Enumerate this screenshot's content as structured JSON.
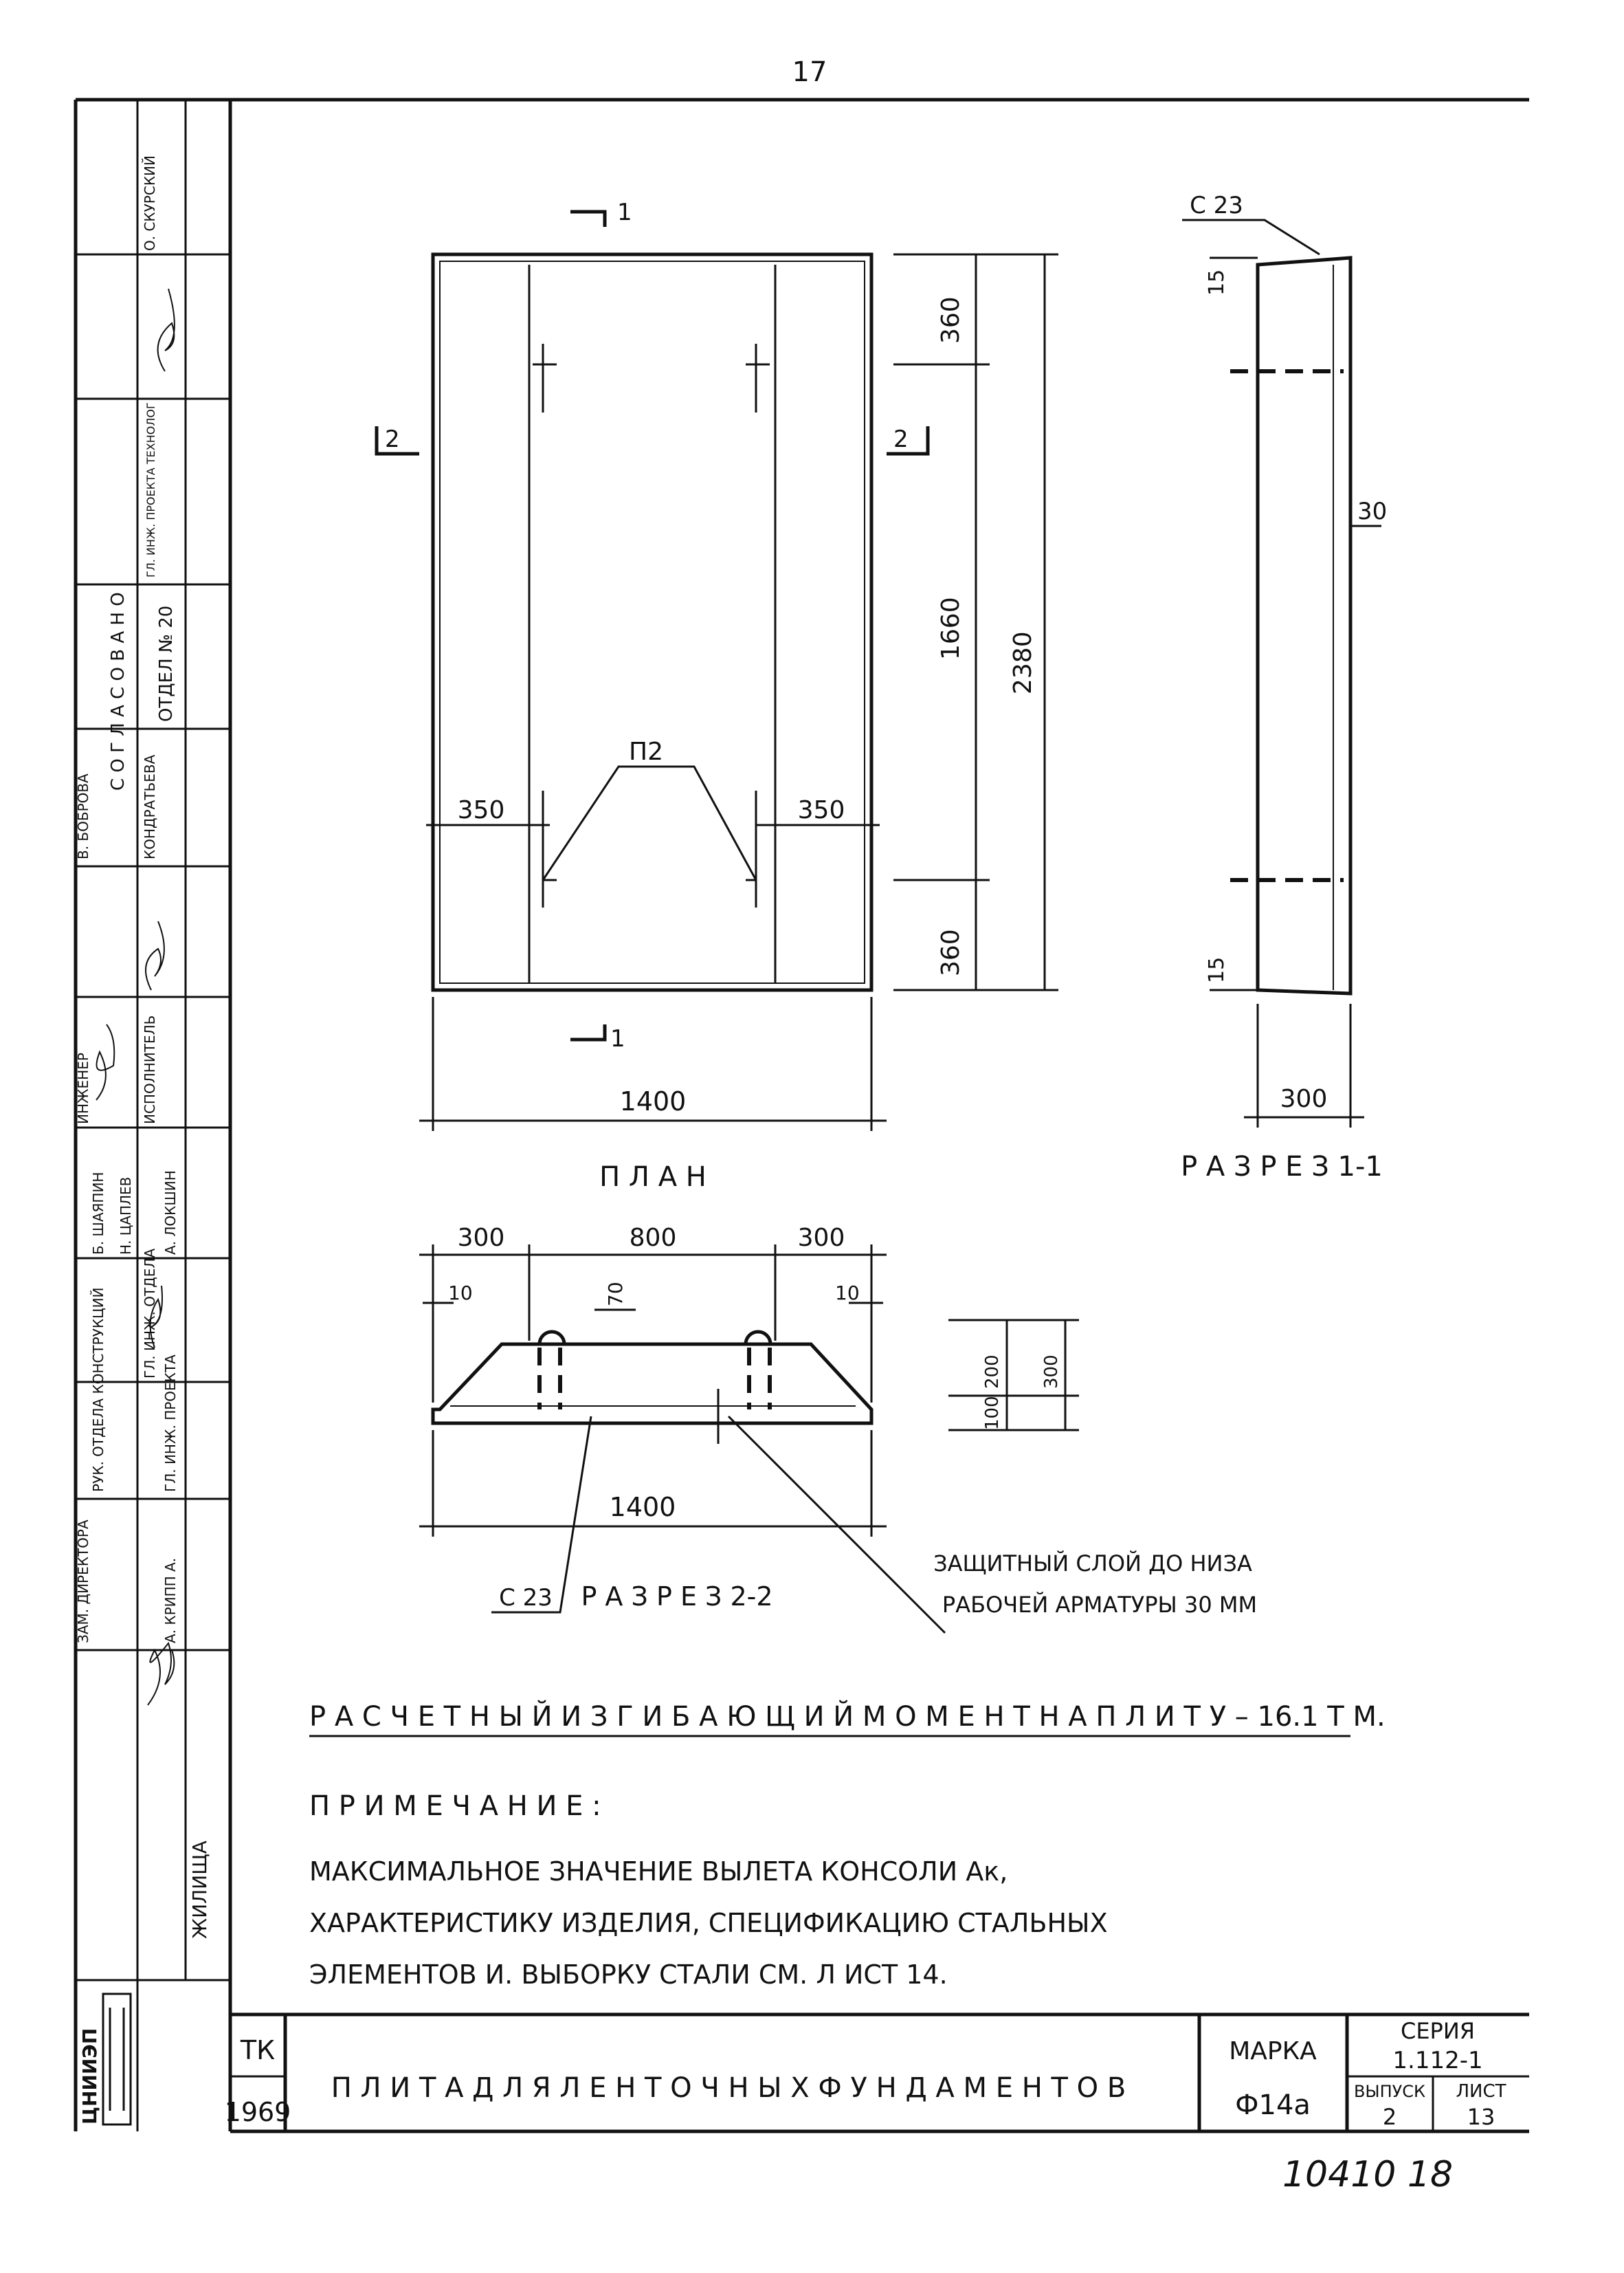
{
  "page_number": "17",
  "plan": {
    "title": "П Л А Н",
    "width": "1400",
    "overall_height": "2380",
    "top_segment": "360",
    "middle_segment": "1660",
    "bottom_segment": "360",
    "left_offset": "350",
    "right_offset": "350",
    "part_label": "П2",
    "cut1": "1",
    "cut2": "2"
  },
  "section11": {
    "title": "Р А З Р Е З   1-1",
    "rebar": "С 23",
    "top_dim": "15",
    "bottom_dim": "15",
    "side_dim": "30",
    "width": "300"
  },
  "section22": {
    "title": "Р А З Р Е З  2-2",
    "rebar": "С 23",
    "top_left": "300",
    "top_middle": "800",
    "top_right": "300",
    "edge_left": "10",
    "edge_right": "10",
    "lift": "70",
    "width": "1400",
    "h_lower": "100",
    "h_upper": "200",
    "h_total": "300",
    "cover_note_1": "ЗАЩИТНЫЙ СЛОЙ ДО НИЗА",
    "cover_note_2": "РАБОЧЕЙ АРМАТУРЫ  30 ММ"
  },
  "notes": {
    "moment": "Р А С Ч Е Т Н Ы Й   И З Г И Б А Ю Щ И Й  М О М Е Н Т   Н А   П Л И Т У – 16.1 Т М.",
    "heading": "П Р И М Е Ч А Н И Е :",
    "line1": "МАКСИМАЛЬНОЕ ЗНАЧЕНИЕ ВЫЛЕТА  КОНСОЛИ Ак,",
    "line2": "ХАРАКТЕРИСТИКУ ИЗДЕЛИЯ, СПЕЦИФИКАЦИЮ СТАЛЬНЫХ",
    "line3": "ЭЛЕМЕНТОВ  И. ВЫБОРКУ СТАЛИ  СМ.  Л ИСТ 14."
  },
  "title_block": {
    "code": "ТК",
    "year": "1969",
    "title": "П Л И Т А   Д Л Я   Л Е Н Т О Ч Н Ы Х   Ф У Н Д А М Е Н Т О В",
    "marka_label": "МАРКА",
    "marka_value": "Ф14а",
    "seria_label": "СЕРИЯ",
    "seria_value": "1.112-1",
    "vypusk_label": "ВЫПУСК",
    "vypusk_value": "2",
    "list_label": "ЛИСТ",
    "list_value": "13"
  },
  "handwritten_ref": "10410  18",
  "sidebar": {
    "agreed": "С О Г Л А С О В А Н О",
    "org": "ЦНИИЭП",
    "org_sub": "ЖИЛИЩА",
    "rows": [
      [
        "ЗАМ. ДИРЕКТОРА",
        "А. КРИПП А."
      ],
      [
        "РУК. ОТДЕЛА КОНСТРУКЦИЙ",
        "ГЛ. ИНЖ. ПРОЕКТА"
      ],
      [
        "ГЛ. ИНЖ. ОТДЕЛА",
        "Н. ЦАПЛЕВ"
      ],
      [
        "Б. ШАЯПИН",
        "А. ЛОКШИН"
      ],
      [
        "ИНЖЕНЕР",
        "ИСПОЛНИТЕЛЬ"
      ],
      [
        "В. БОБРОВА",
        "КОНДРАТЬЕВА"
      ],
      [
        "ОТДЕЛ № 20",
        "ГЛ. ИНЖ. ПРОЕКТА ТЕХНОЛОГ"
      ],
      [
        "О. СКУРСКИЙ",
        ""
      ]
    ]
  }
}
